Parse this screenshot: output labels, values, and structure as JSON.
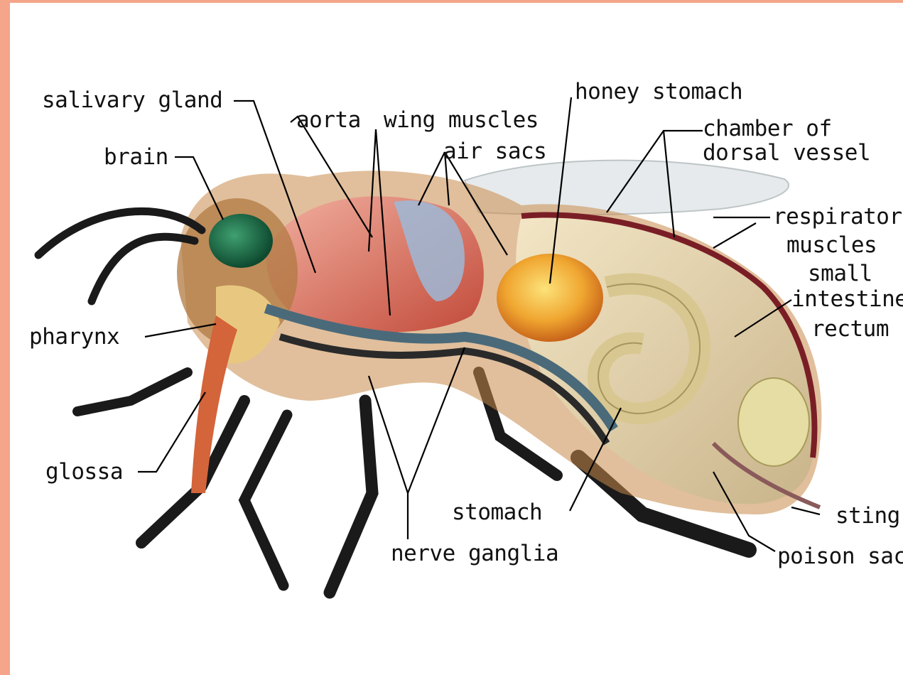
{
  "colors": {
    "border": "#F4A58A",
    "background": "#FFFFFF",
    "label": "#111111"
  },
  "labels": {
    "salivary_gland": "salivary gland",
    "brain": "brain",
    "pharynx": "pharynx",
    "glossa": "glossa",
    "aorta": "aorta",
    "wing_muscles": "wing muscles",
    "air_sacs": "air sacs",
    "honey_stomach": "honey stomach",
    "chamber_of": "chamber of",
    "dorsal_vessel": "dorsal vessel",
    "respiratory": "respirator",
    "muscles": "muscles",
    "small": "small",
    "intestine": "intestine",
    "rectum": "rectum",
    "sting": "sting",
    "poison_sac": "poison sac",
    "stomach": "stomach",
    "nerve_ganglia": "nerve ganglia"
  }
}
